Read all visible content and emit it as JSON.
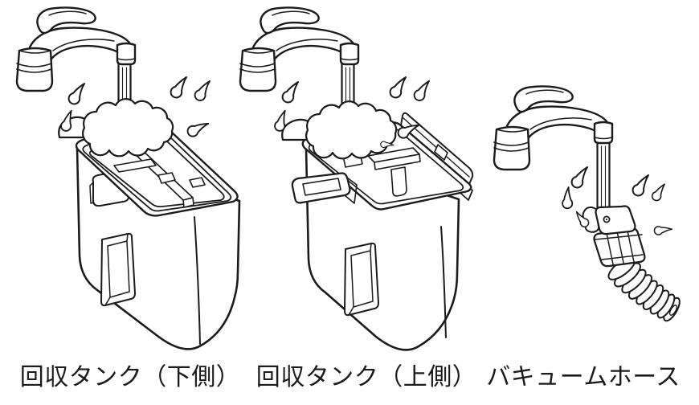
{
  "figure": {
    "background_color": "#ffffff",
    "line_color": "#1b1b1b",
    "items": [
      {
        "id": "recovery-tank-lower",
        "label": "回収タンク（下側）"
      },
      {
        "id": "recovery-tank-upper",
        "label": "回収タンク（上側）"
      },
      {
        "id": "vacuum-hose",
        "label": "バキュームホース"
      }
    ]
  }
}
